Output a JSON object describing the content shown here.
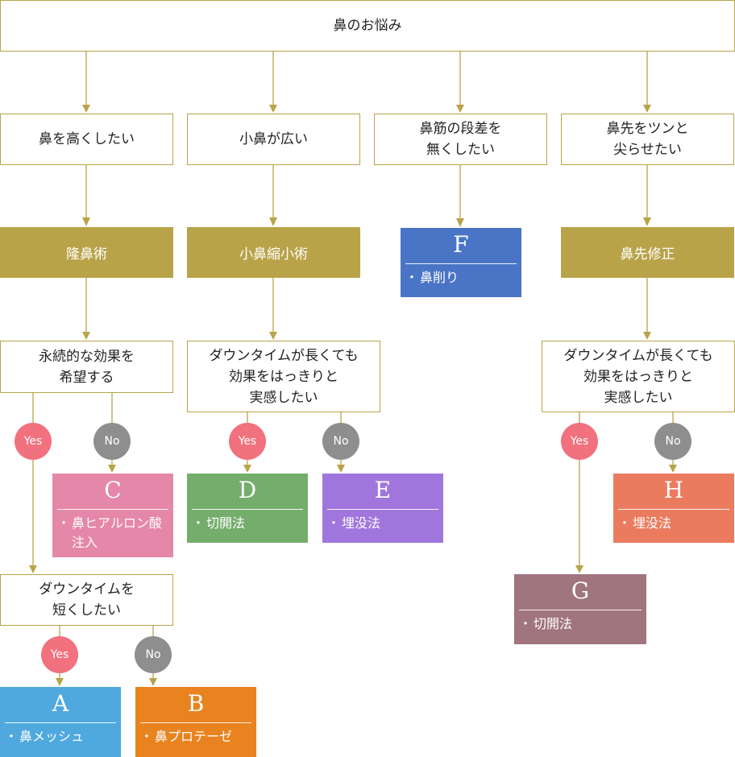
{
  "colors": {
    "gold": "#b9a349",
    "yes": "#f2717e",
    "no": "#8e8e8e",
    "A": "#4fa9de",
    "B": "#e8831f",
    "C": "#e587a8",
    "D": "#75ad6c",
    "E": "#a076dd",
    "F": "#4a75c6",
    "G": "#a0757e",
    "H": "#eb7b5f"
  },
  "top": "鼻のお悩み",
  "goals": {
    "col1": "鼻を高くしたい",
    "col2": "小鼻が広い",
    "col3": "鼻筋の段差を\n無くしたい",
    "col4": "鼻先をツンと\n尖らせたい"
  },
  "procedures": {
    "col1": "隆鼻術",
    "col2": "小鼻縮小術",
    "col4": "鼻先修正"
  },
  "questions": {
    "q1": "永続的な効果を\n希望する",
    "q2": "ダウンタイムが長くても\n効果をはっきりと\n実感したい",
    "q3": "ダウンタイムが長くても\n効果をはっきりと\n実感したい",
    "q4": "ダウンタイムを\n短くしたい"
  },
  "labels": {
    "yes": "Yes",
    "no": "No",
    "bullet": "・"
  },
  "results": {
    "A": {
      "letter": "A",
      "item": "鼻メッシュ"
    },
    "B": {
      "letter": "B",
      "item": "鼻プロテーゼ"
    },
    "C": {
      "letter": "C",
      "item": "鼻ヒアルロン酸\n注入"
    },
    "D": {
      "letter": "D",
      "item": "切開法"
    },
    "E": {
      "letter": "E",
      "item": "埋没法"
    },
    "F": {
      "letter": "F",
      "item": "鼻削り"
    },
    "G": {
      "letter": "G",
      "item": "切開法"
    },
    "H": {
      "letter": "H",
      "item": "埋没法"
    }
  }
}
